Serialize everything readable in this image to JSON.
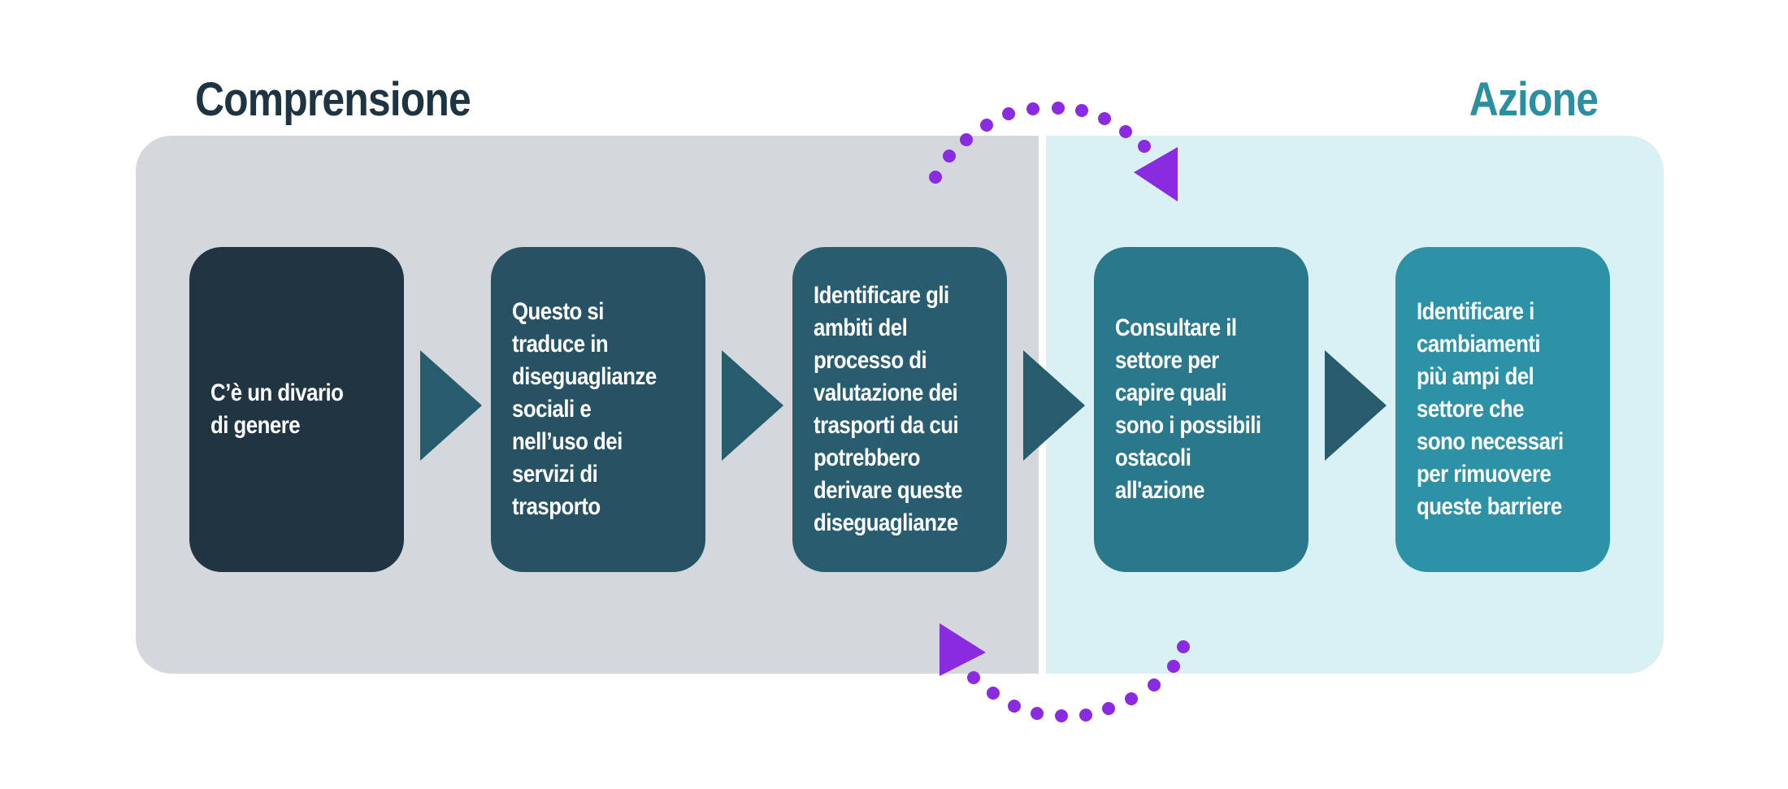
{
  "sections": {
    "left_title": "Comprensione",
    "right_title": "Azione"
  },
  "steps": [
    {
      "text": "C’è un divario di genere"
    },
    {
      "text": "Questo si traduce in diseguaglianze sociali e nell’uso dei servizi di trasporto"
    },
    {
      "text": "Identificare gli ambiti del processo di valutazione dei trasporti da cui potrebbero derivare queste diseguaglianze"
    },
    {
      "text": "Consultare il settore per capire quali sono i possibili ostacoli all'azione"
    },
    {
      "text": "Identificare i cambiamenti più ampi del settore che sono necessari per rimuovere queste barriere"
    }
  ],
  "colors": {
    "comprensione_panel": "#d4d8dc",
    "azione_panel": "#d9f0f4",
    "comprensione_title": "#1f3443",
    "azione_title": "#2c8ea1",
    "step_1": "#213441",
    "step_2": "#265263",
    "step_3": "#275d6e",
    "step_4": "#29788b",
    "step_5": "#2d92a5",
    "cycle_arrows": "#8a2be2"
  },
  "icons": {
    "step_connector": "right-triangle-arrow-icon",
    "cycle_top": "dotted-curved-arrow-icon",
    "cycle_bottom": "dotted-curved-arrow-icon"
  }
}
